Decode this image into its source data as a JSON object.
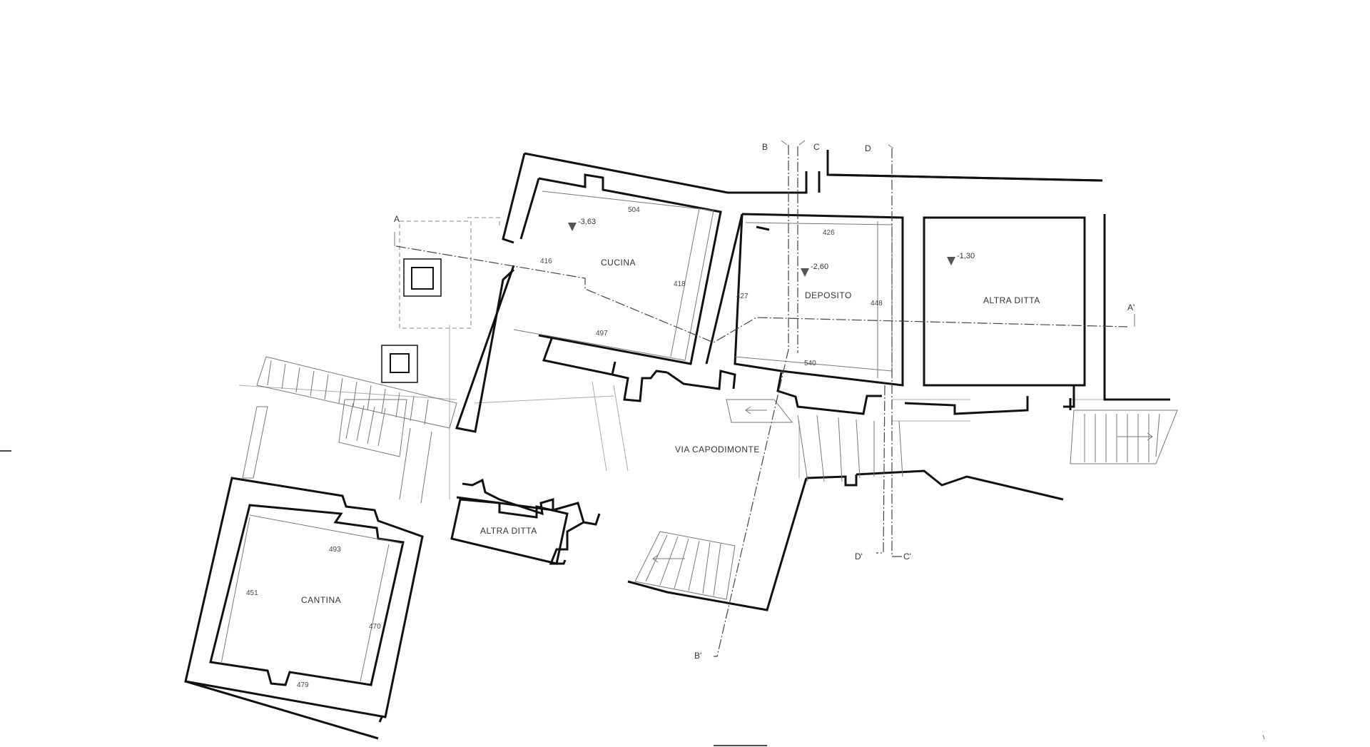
{
  "rooms": {
    "cucina": "CUCINA",
    "deposito": "DEPOSITO",
    "altra_ditta_1": "ALTRA DITTA",
    "altra_ditta_2": "ALTRA DITTA",
    "cantina": "CANTINA",
    "via": "VIA CAPODIMONTE"
  },
  "dimensions": {
    "cucina_top": "504",
    "cucina_left": "416",
    "cucina_right": "418",
    "cucina_bottom": "497",
    "deposito_top": "426",
    "deposito_left": "427",
    "deposito_right": "448",
    "deposito_bottom": "540",
    "cantina_top": "493",
    "cantina_left": "451",
    "cantina_right": "470",
    "cantina_bottom": "479"
  },
  "levels": {
    "cucina": "-3,63",
    "deposito": "-2,60",
    "altra_ditta": "-1,30"
  },
  "sections": {
    "a": "A",
    "a_prime": "A'",
    "b": "B",
    "b_prime": "B'",
    "c": "C",
    "c_prime": "C'",
    "d": "D",
    "d_prime": "D'"
  }
}
